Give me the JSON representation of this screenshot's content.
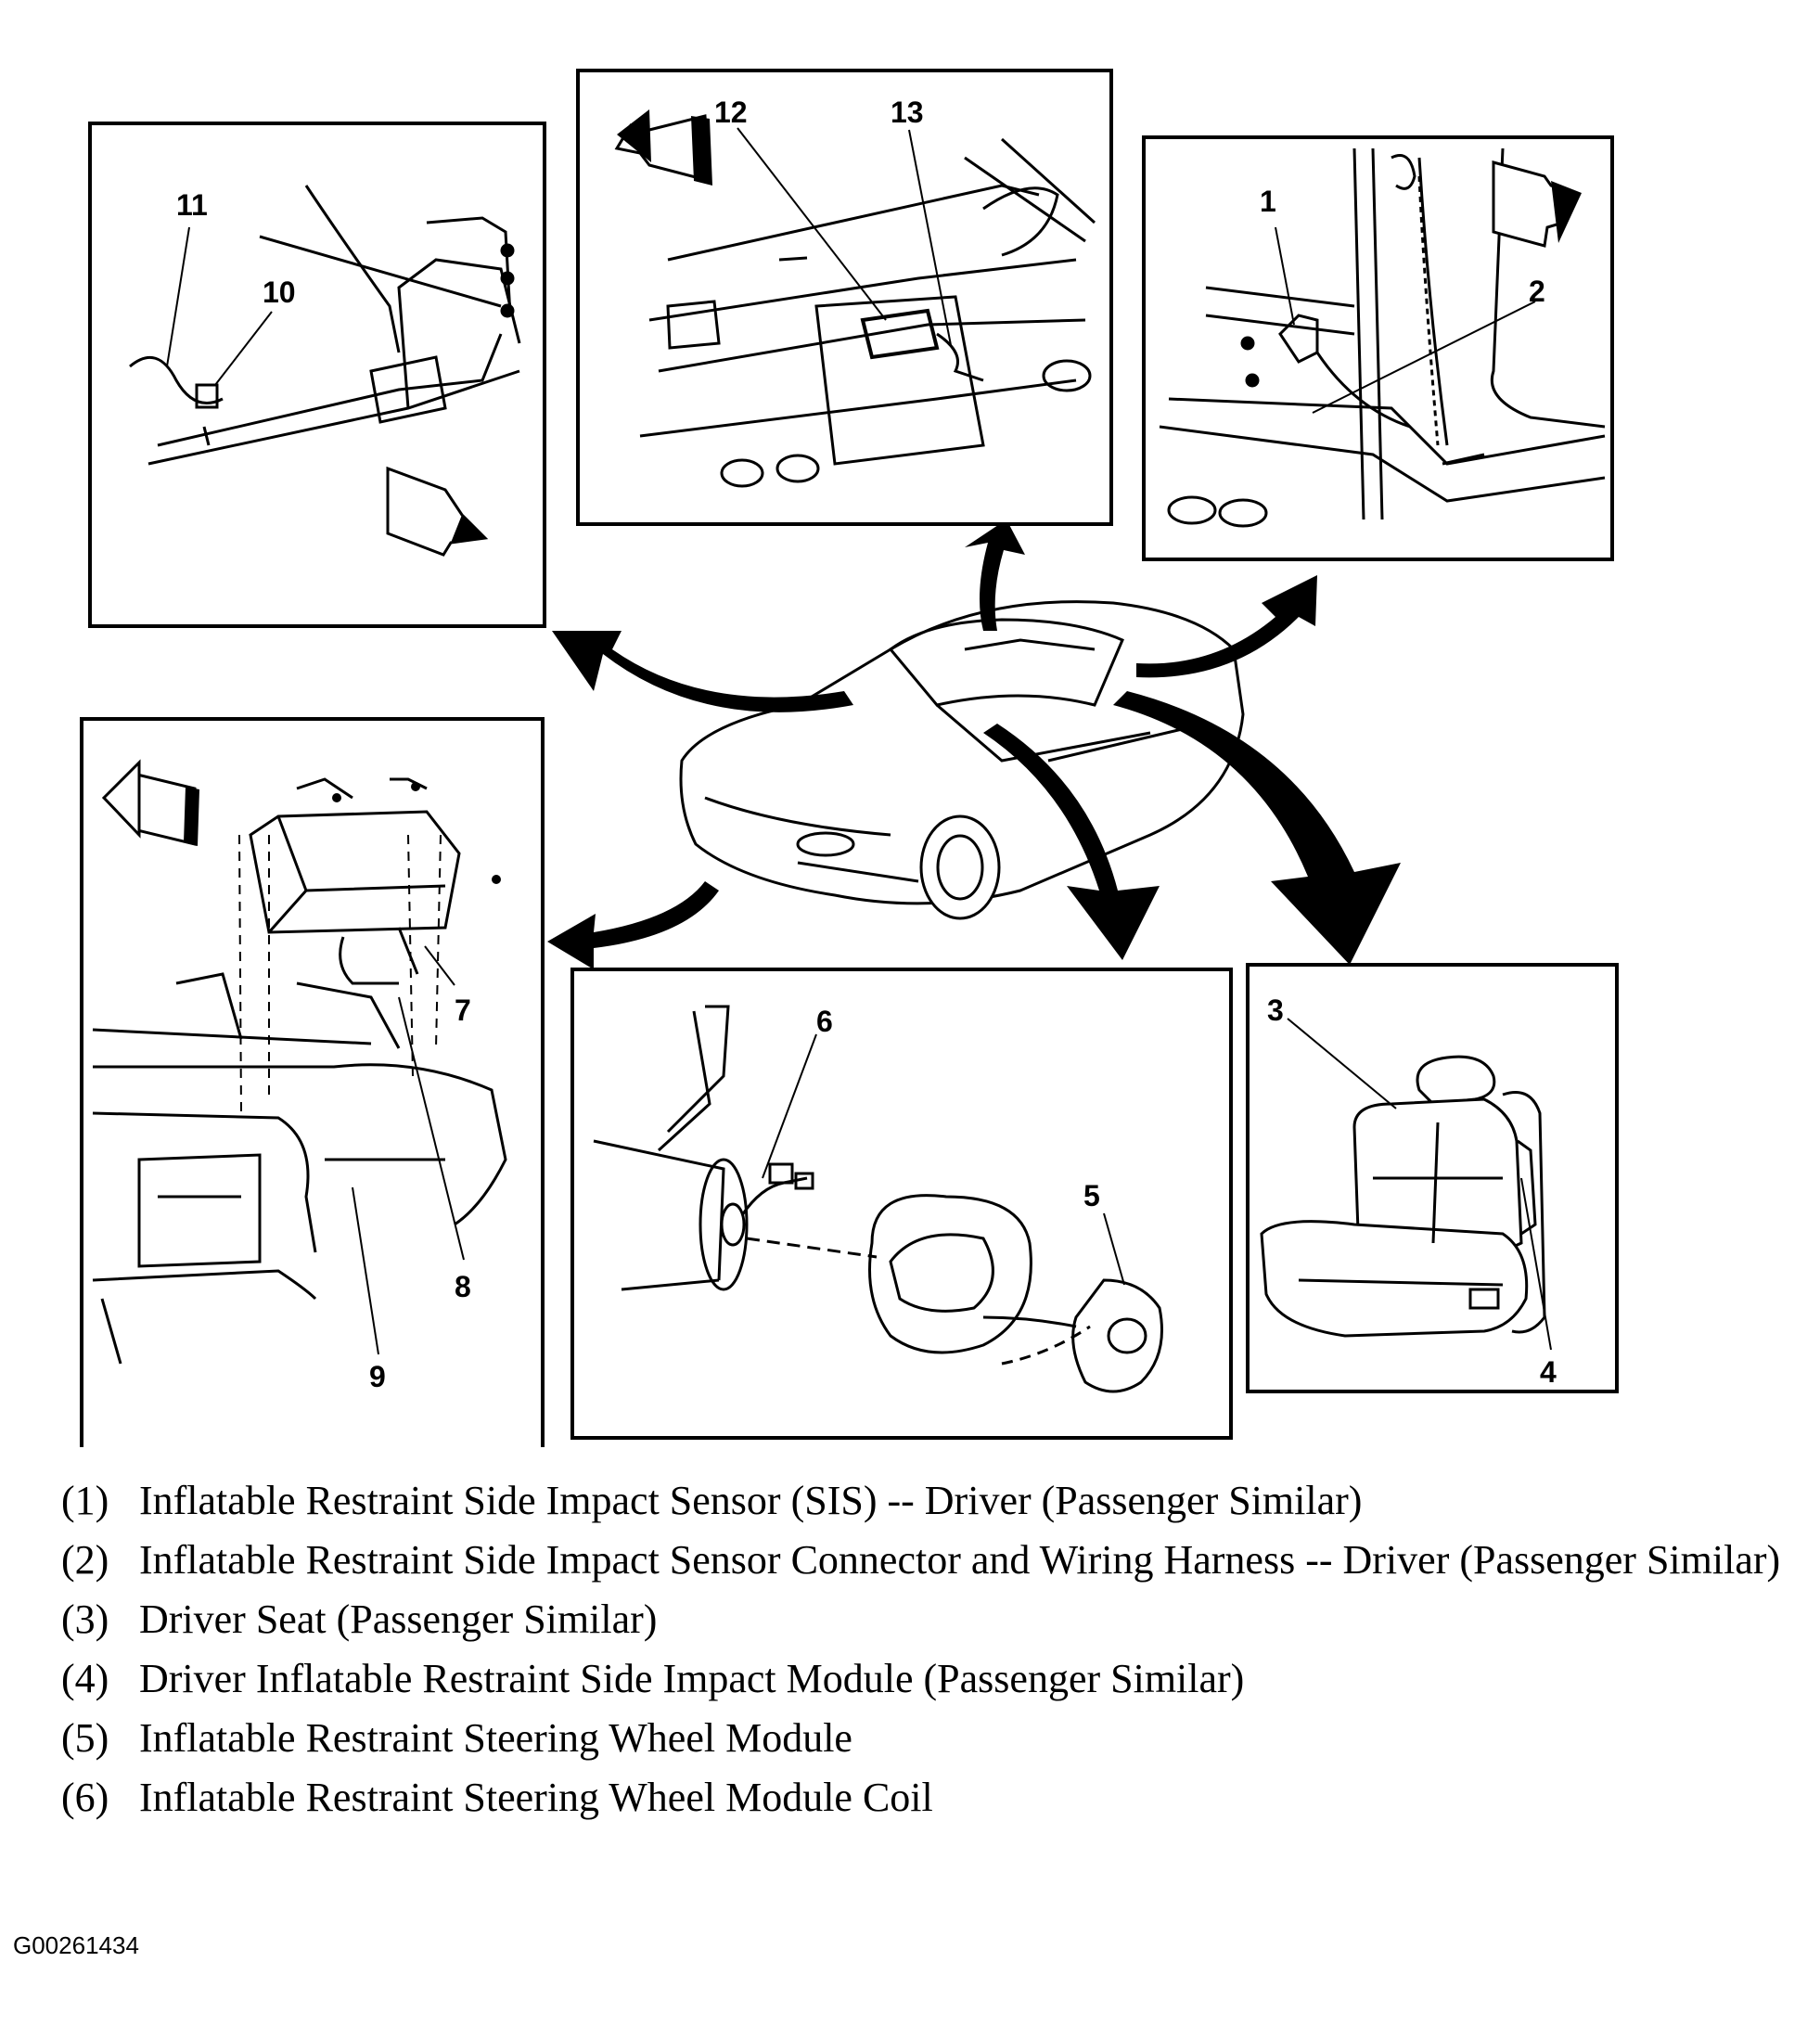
{
  "callouts": {
    "c1": "1",
    "c2": "2",
    "c3": "3",
    "c4": "4",
    "c5": "5",
    "c6": "6",
    "c7": "7",
    "c8": "8",
    "c9": "9",
    "c10": "10",
    "c11": "11",
    "c12": "12",
    "c13": "13"
  },
  "legend": [
    {
      "num": "(1)",
      "text": "Inflatable Restraint Side Impact Sensor (SIS) -- Driver (Passenger Similar)"
    },
    {
      "num": "(2)",
      "text": "Inflatable Restraint Side Impact Sensor Connector and Wiring Harness -- Driver (Passenger Similar)"
    },
    {
      "num": "(3)",
      "text": "Driver Seat (Passenger Similar)"
    },
    {
      "num": "(4)",
      "text": "Driver Inflatable Restraint Side Impact Module (Passenger Similar)"
    },
    {
      "num": "(5)",
      "text": "Inflatable Restraint Steering Wheel Module"
    },
    {
      "num": "(6)",
      "text": "Inflatable Restraint Steering Wheel Module Coil"
    }
  ],
  "figure_id": "G00261434",
  "icons": [
    "direction-arrow-icon",
    "pointer-arrow-icon",
    "car-illustration"
  ]
}
